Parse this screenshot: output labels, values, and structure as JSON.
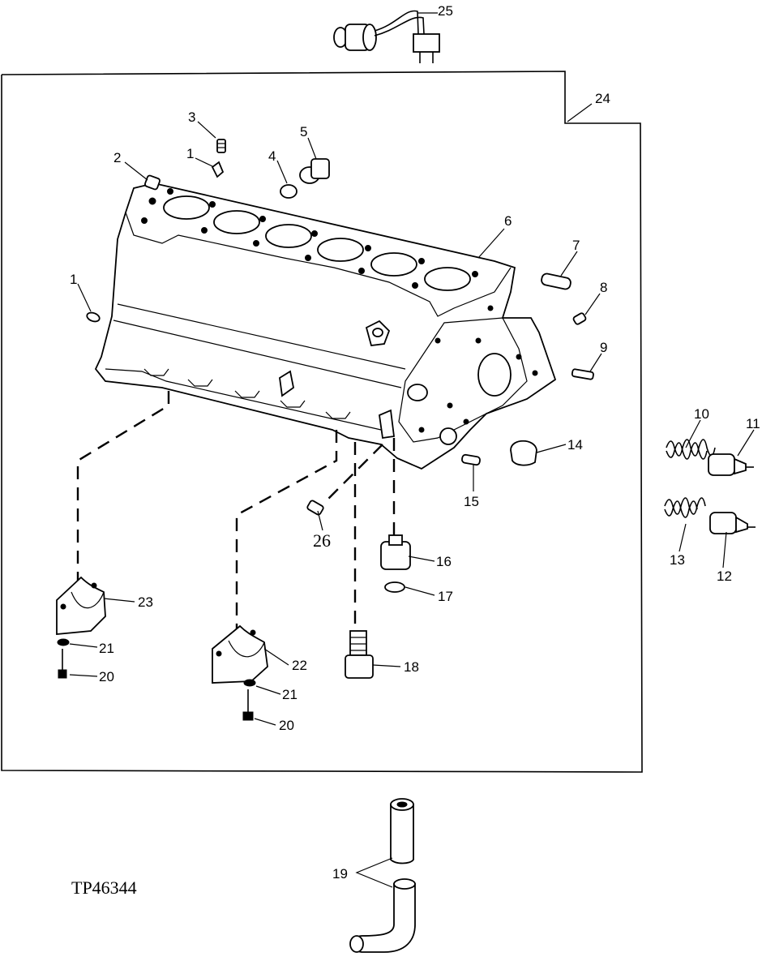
{
  "figure_id": "TP46344",
  "callouts": {
    "c1a": "1",
    "c1b": "1",
    "c2": "2",
    "c3": "3",
    "c4": "4",
    "c5": "5",
    "c6": "6",
    "c7": "7",
    "c8": "8",
    "c9": "9",
    "c10": "10",
    "c11": "11",
    "c12": "12",
    "c13": "13",
    "c14": "14",
    "c15": "15",
    "c16": "16",
    "c17": "17",
    "c18": "18",
    "c19": "19",
    "c20a": "20",
    "c20b": "20",
    "c21a": "21",
    "c21b": "21",
    "c22": "22",
    "c23": "23",
    "c24": "24",
    "c25": "25",
    "c26": "26"
  }
}
